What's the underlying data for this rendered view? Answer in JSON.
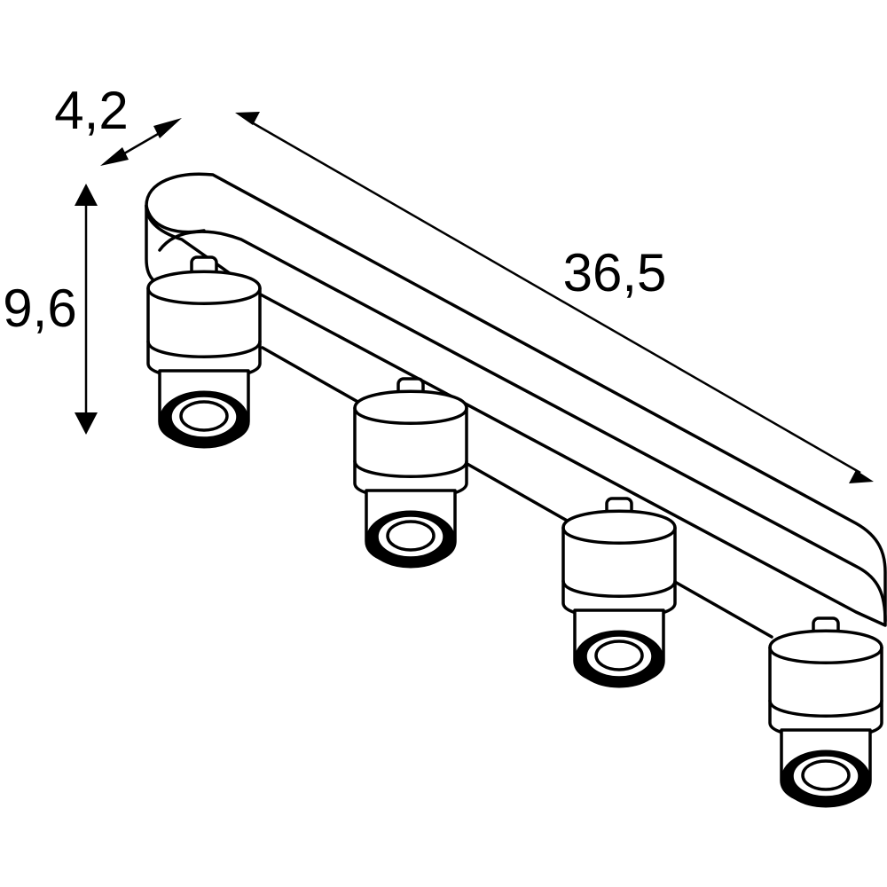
{
  "dimensions": {
    "depth": "4,2",
    "height": "9,6",
    "length": "36,5"
  },
  "colors": {
    "stroke": "#000000",
    "background": "#ffffff"
  }
}
